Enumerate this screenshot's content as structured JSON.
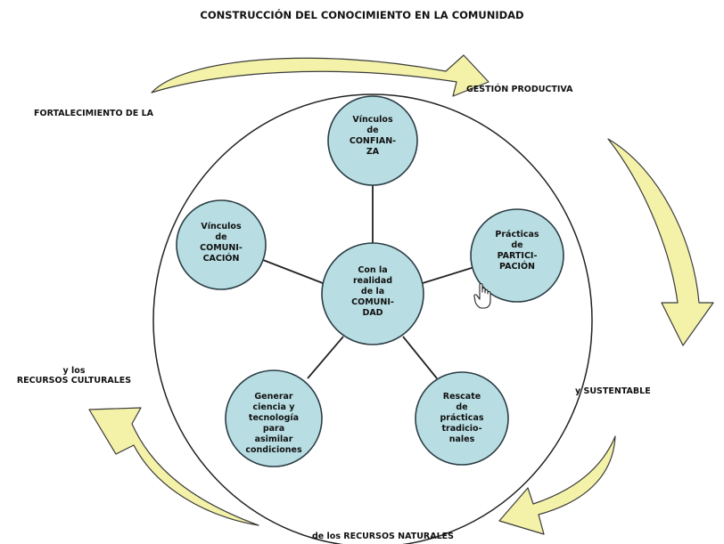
{
  "title": "CONSTRUCCIÓN DEL CONOCIMIENTO EN LA COMUNIDAD",
  "outer_labels": {
    "top_left": "FORTALECIMIENTO DE LA",
    "top_right": "GESTIÓN PRODUCTIVA",
    "right": "y SUSTENTABLE",
    "bottom": "de los RECURSOS NATURALES",
    "left_line1": "y los",
    "left_line2": "RECURSOS CULTURALES"
  },
  "center": "Con la\nrealidad\nde la\nCOMUNI-\nDAD",
  "nodes": {
    "top": "Vínculos\nde\nCONFIAN-\nZA",
    "left": "Vínculos\nde\nCOMUNI-\nCACIÓN",
    "right": "Prácticas\nde\nPARTICI-\nPACIÓN",
    "bottom_left": "Generar\nciencia y\ntecnología\npara\nasimilar\ncondiciones",
    "bottom_right": "Rescate\nde\nprácticas\ntradicio-\nnales"
  },
  "colors": {
    "node_fill": "#b8dde2",
    "node_stroke": "#2a3d44",
    "arrow_fill": "#f3f2a8",
    "arrow_stroke": "#3b3b3b",
    "line": "#222222"
  }
}
